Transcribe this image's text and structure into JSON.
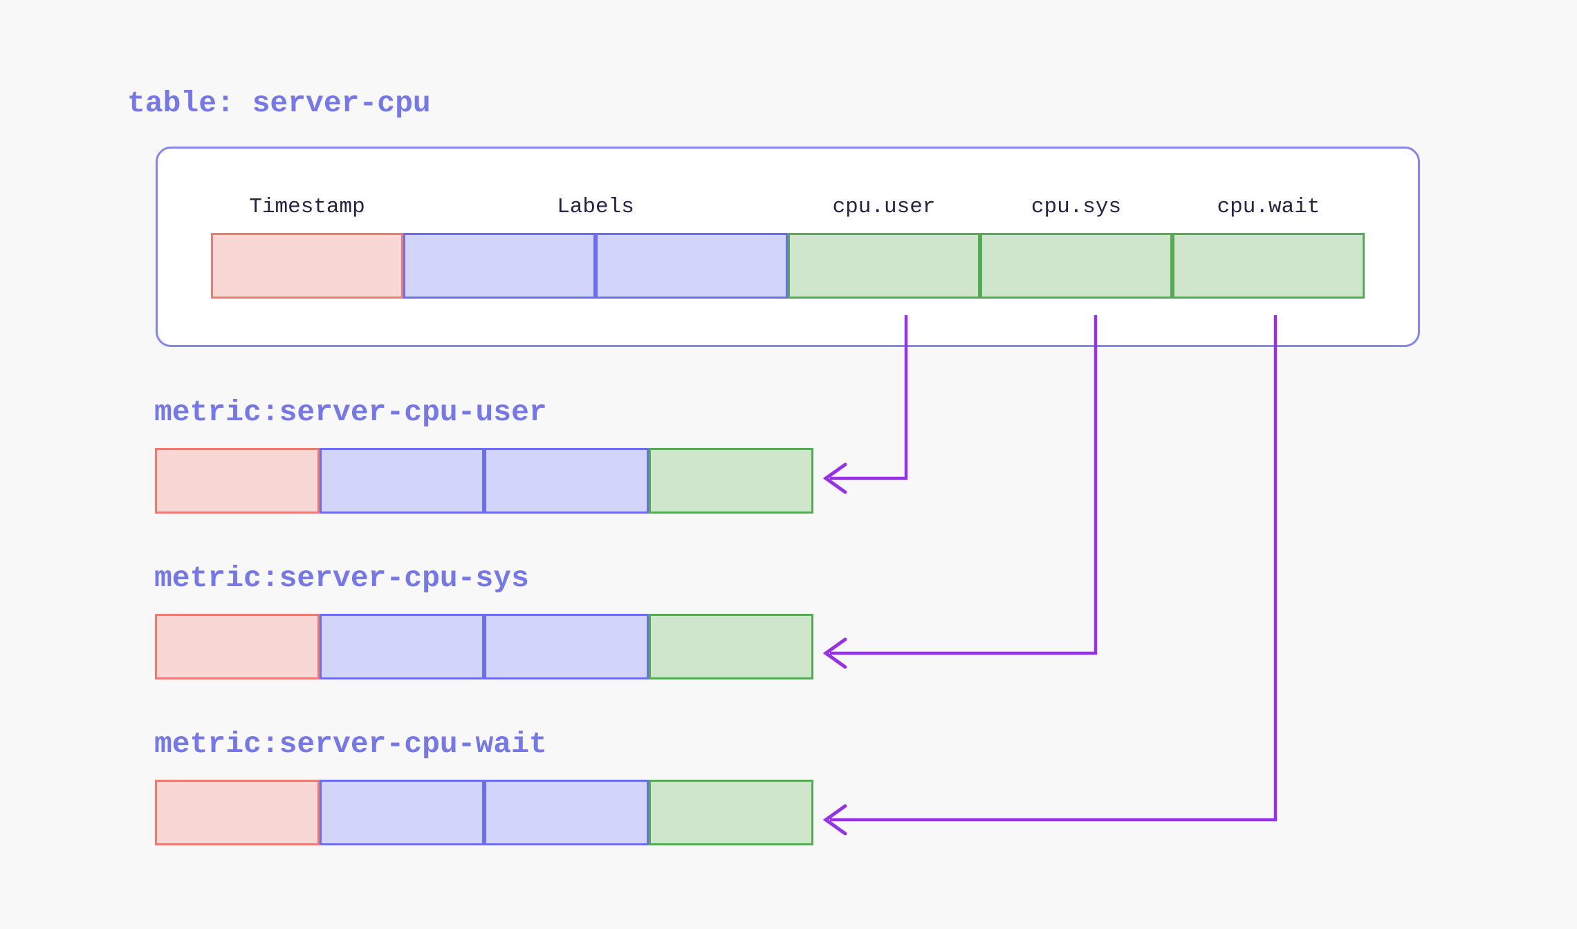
{
  "diagram": {
    "table": {
      "title": "table: server-cpu",
      "columns": [
        {
          "label": "Timestamp",
          "kind": "timestamp",
          "cells": 1
        },
        {
          "label": "Labels",
          "kind": "labels",
          "cells": 2
        },
        {
          "label": "cpu.user",
          "kind": "value",
          "cells": 1
        },
        {
          "label": "cpu.sys",
          "kind": "value",
          "cells": 1
        },
        {
          "label": "cpu.wait",
          "kind": "value",
          "cells": 1
        }
      ],
      "row_cell_kinds": [
        "timestamp",
        "labels",
        "labels",
        "value",
        "value",
        "value"
      ]
    },
    "metrics": [
      {
        "title": "metric:server-cpu-user",
        "source_column": "cpu.user",
        "row_cell_kinds": [
          "timestamp",
          "labels",
          "labels",
          "value"
        ]
      },
      {
        "title": "metric:server-cpu-sys",
        "source_column": "cpu.sys",
        "row_cell_kinds": [
          "timestamp",
          "labels",
          "labels",
          "value"
        ]
      },
      {
        "title": "metric:server-cpu-wait",
        "source_column": "cpu.wait",
        "row_cell_kinds": [
          "timestamp",
          "labels",
          "labels",
          "value"
        ]
      }
    ],
    "arrows": [
      {
        "from": "cpu.user column",
        "to": "metric:server-cpu-user value cell"
      },
      {
        "from": "cpu.sys column",
        "to": "metric:server-cpu-sys value cell"
      },
      {
        "from": "cpu.wait column",
        "to": "metric:server-cpu-wait value cell"
      }
    ],
    "colors": {
      "background": "#f8f8f9",
      "accent_text": "#7578e9",
      "header_text": "#282345",
      "box_fill": "#ffffff",
      "box_border": "#8386f0",
      "timestamp_fill": "#f8d7d4",
      "timestamp_border": "#ee7b72",
      "labels_fill": "#d2d4fa",
      "labels_border": "#6b6ef0",
      "value_fill": "#cfe6cd",
      "value_border": "#55aa55",
      "arrow_color": "#9631e9"
    }
  }
}
